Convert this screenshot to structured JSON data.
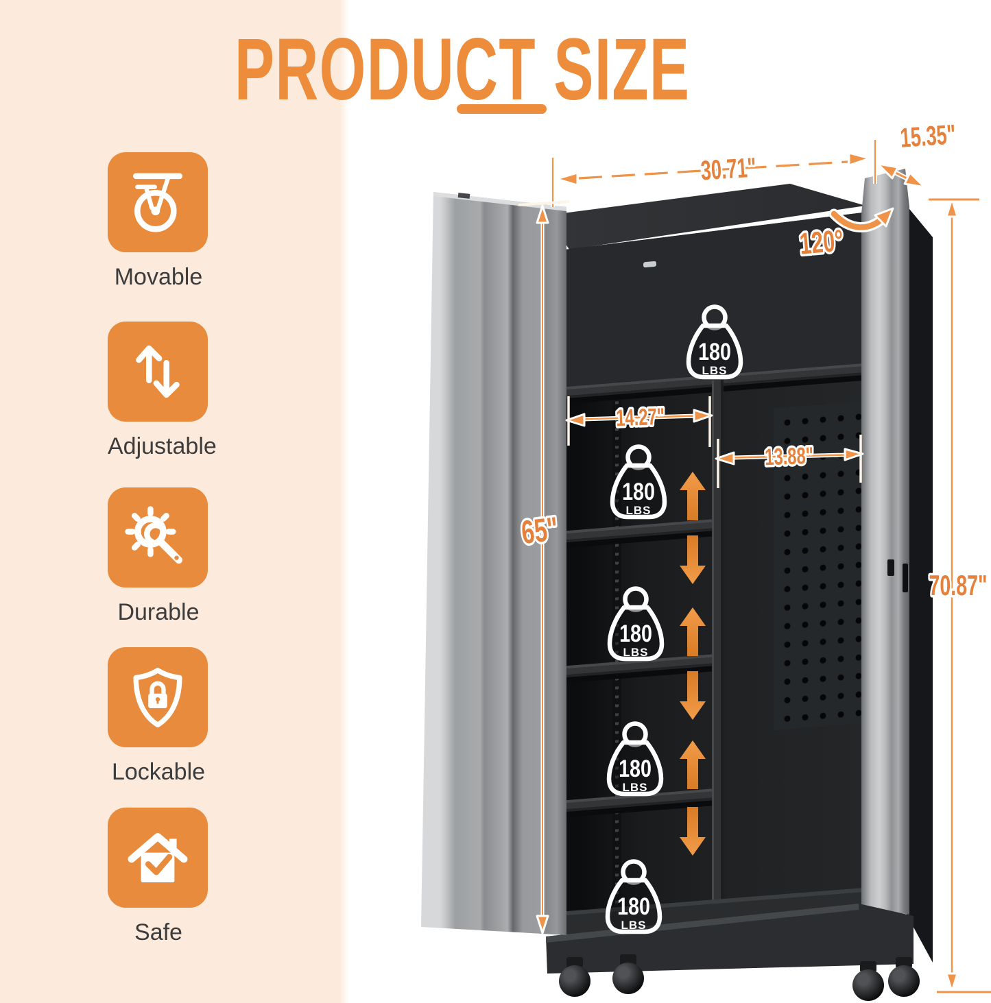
{
  "title": {
    "text": "PRODUCT SIZE"
  },
  "features": [
    {
      "label": "Movable",
      "icon": "caster-wheel-icon"
    },
    {
      "label": "Adjustable",
      "icon": "up-down-arrows-icon"
    },
    {
      "label": "Durable",
      "icon": "gear-wrench-icon"
    },
    {
      "label": "Lockable",
      "icon": "shield-lock-icon"
    },
    {
      "label": "Safe",
      "icon": "house-check-icon"
    }
  ],
  "dimensions": {
    "width": "30.71\"",
    "depth": "15.35\"",
    "door_open_angle": "120°",
    "left_shelf_width": "14.27\"",
    "right_compartment_width": "13.88\"",
    "interior_height": "65\"",
    "overall_height": "70.87\""
  },
  "shelf_capacity": {
    "value": "180",
    "unit": "LBS",
    "count": 5
  },
  "colors": {
    "accent_orange": "#ED8C3B",
    "arrow_orange": "#EE9348",
    "background_peach": "#FCEBDD",
    "cabinet_dark": "#2A2C2F",
    "door_gray": "#A2A4A7"
  }
}
